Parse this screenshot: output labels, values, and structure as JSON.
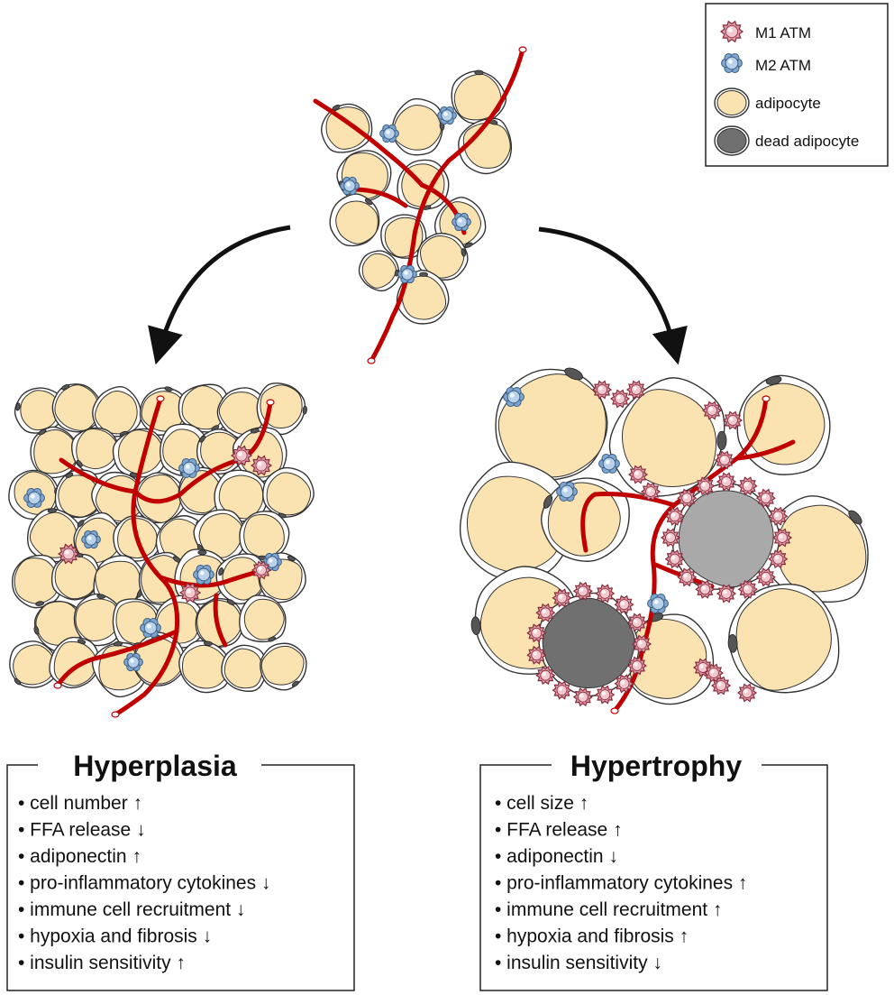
{
  "legend": {
    "items": [
      {
        "label": "M1 ATM",
        "icon": "m1-atm-icon"
      },
      {
        "label": "M2 ATM",
        "icon": "m2-atm-icon"
      },
      {
        "label": "adipocyte",
        "icon": "adipocyte-icon"
      },
      {
        "label": "dead adipocyte",
        "icon": "dead-adipocyte-icon"
      }
    ]
  },
  "panels": {
    "hyperplasia": {
      "title": "Hyperplasia",
      "items": [
        "• cell number ↑",
        "• FFA release ↓",
        "• adiponectin ↑",
        "• pro-inflammatory cytokines ↓",
        "• immune cell recruitment ↓",
        "• hypoxia and fibrosis ↓",
        "• insulin sensitivity ↑"
      ]
    },
    "hypertrophy": {
      "title": "Hypertrophy",
      "items": [
        "• cell size ↑",
        "• FFA release ↑",
        "• adiponectin ↓",
        "• pro-inflammatory cytokines ↑",
        "• immune cell recruitment ↑",
        "• hypoxia and fibrosis ↑",
        "• insulin sensitivity ↓"
      ]
    }
  },
  "colors": {
    "adipocyte_fill": "#fbe3b1",
    "adipocyte_stroke": "#333333",
    "vessel": "#c00000",
    "m1_fill": "#f2c9cf",
    "m1_stroke": "#8a2a3a",
    "m2_fill": "#b9d2ea",
    "m2_stroke": "#3c5f86",
    "dead_light": "#a9a9a9",
    "dead_dark": "#707070"
  }
}
